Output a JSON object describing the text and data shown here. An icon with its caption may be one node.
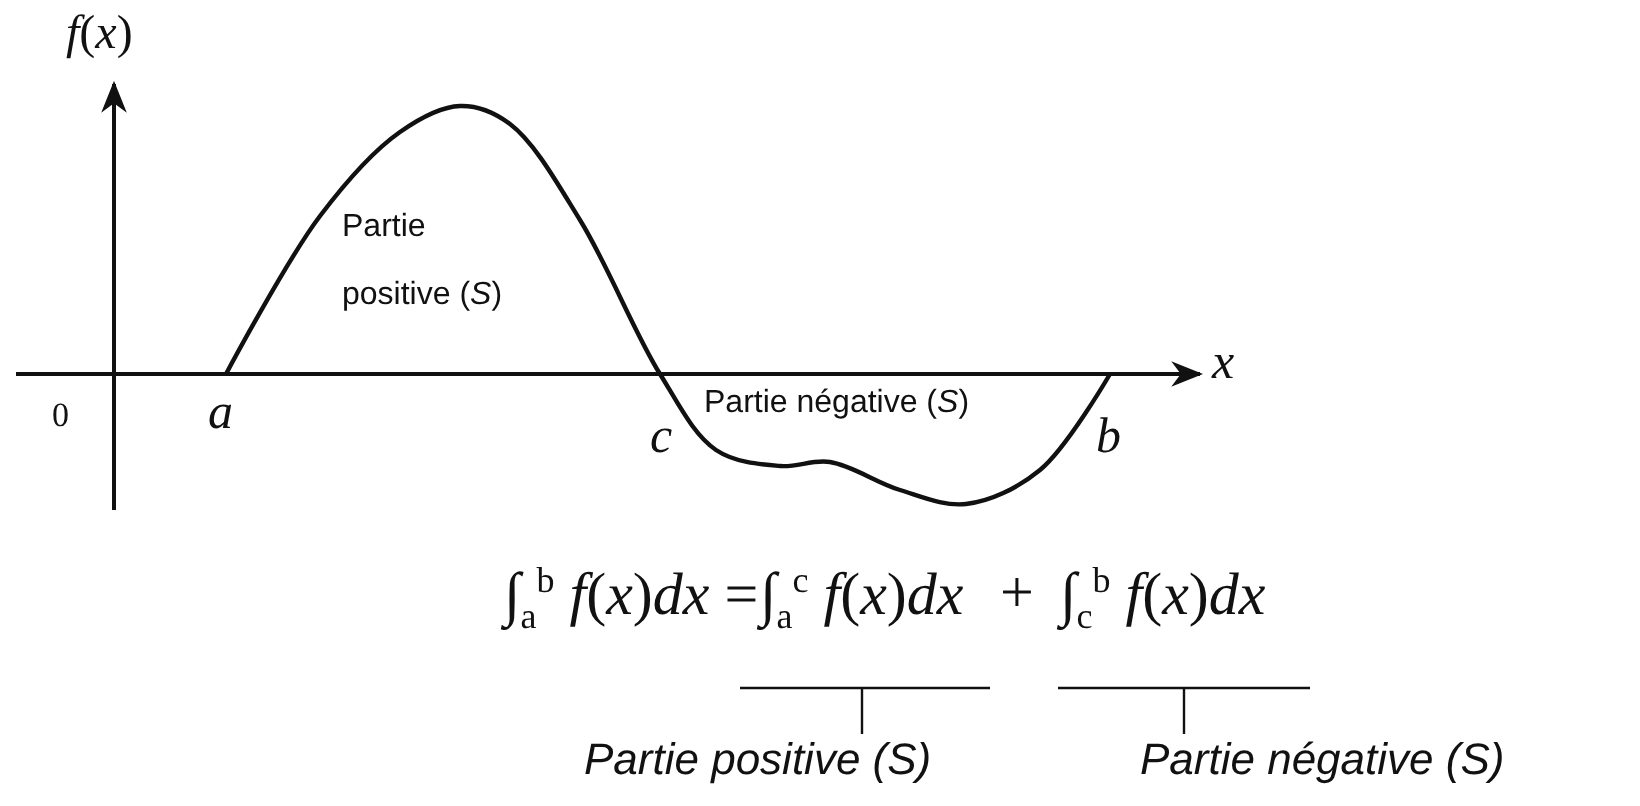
{
  "diagram": {
    "labels": [
      "*f*(*x*)",
      "Partie positive (*S*)",
      "0",
      "a",
      "c",
      "Partie négative (*S*)",
      "b",
      "x",
      "∫$_{a}$$^{b}$ *f*(*x*)*dx* =",
      "∫$_{a}$$^{c}$ *f*(*x*)*dx*",
      "+",
      "∫$_{c}$$^{b}$ *f*(*x*)*dx*",
      "Partie positive (S)",
      "Partie négative (S)"
    ]
  }
}
